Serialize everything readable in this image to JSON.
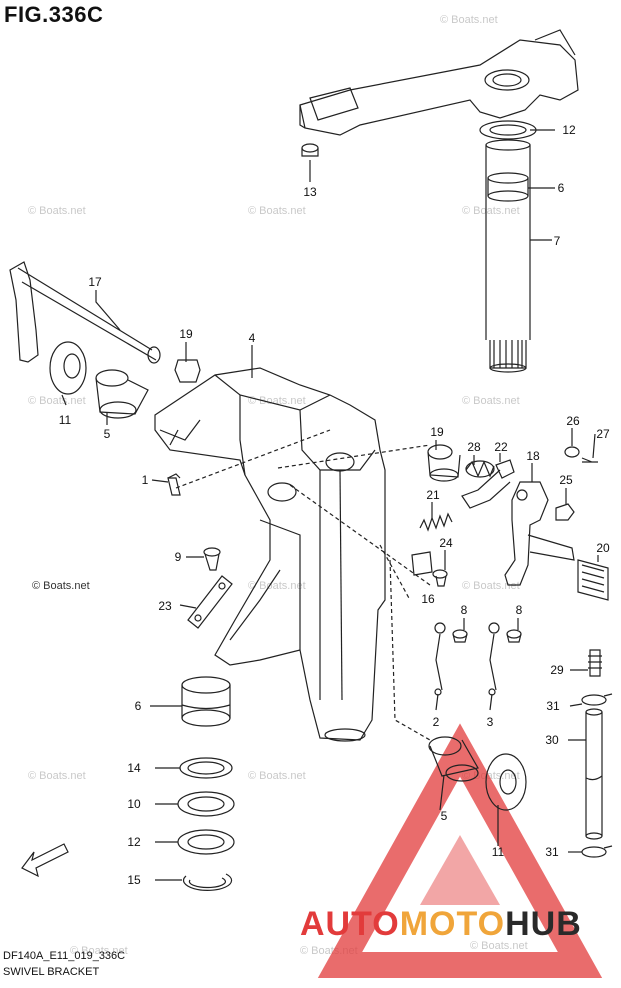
{
  "figure": {
    "title": "FIG.336C"
  },
  "footer": {
    "code": "DF140A_E11_019_336C",
    "name": "SWIVEL BRACKET"
  },
  "watermark": {
    "text": "© Boats.net"
  },
  "brand": {
    "part1": "AUTO",
    "part2": "MOTO",
    "part3": "HUB",
    "color_red": "#e23b3b",
    "color_orange": "#f0a53a"
  },
  "callouts": [
    "12",
    "6",
    "7",
    "13",
    "17",
    "19",
    "4",
    "11",
    "5",
    "1",
    "19",
    "28",
    "22",
    "18",
    "26",
    "27",
    "25",
    "21",
    "20",
    "9",
    "24",
    "23",
    "16",
    "8",
    "8",
    "6",
    "2",
    "3",
    "29",
    "31",
    "14",
    "30",
    "10",
    "12",
    "5",
    "11",
    "15",
    "31"
  ]
}
